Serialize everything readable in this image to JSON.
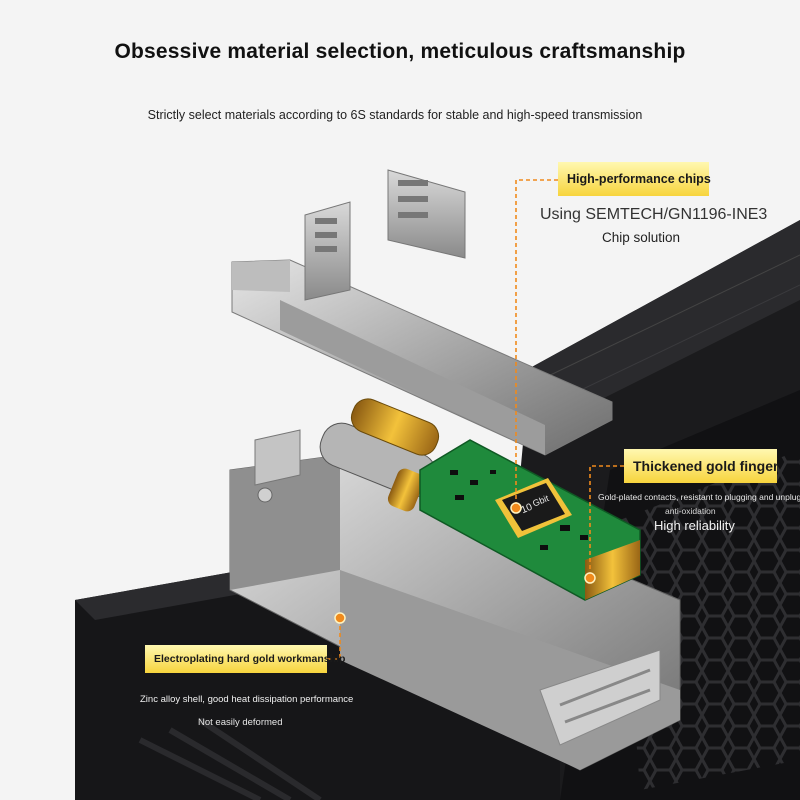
{
  "headline": "Obsessive material selection, meticulous craftsmanship",
  "subheadline": "Strictly select materials according to 6S standards for stable and high-speed transmission",
  "callouts": {
    "chips": {
      "tag": "High-performance chips",
      "line1": "Using SEMTECH/GN1196-INE3",
      "line2": "Chip solution"
    },
    "gold_finger": {
      "tag": "Thickened gold finger",
      "desc1": "Gold-plated contacts, resistant to plugging and unplugging,",
      "desc2": "anti-oxidation",
      "reliability": "High reliability"
    },
    "plating": {
      "tag": "Electroplating hard gold workmanship",
      "desc": "Zinc alloy shell, good heat dissipation performance",
      "deform": "Not easily deformed"
    }
  },
  "chip_marking": {
    "line1": "10",
    "line2": "Gbit"
  },
  "colors": {
    "accent_orange": "#f08a1c",
    "tag_yellow": "#f7d43d",
    "pcb_green": "#1f8a3c",
    "switch_black": "#1b1b1d"
  }
}
